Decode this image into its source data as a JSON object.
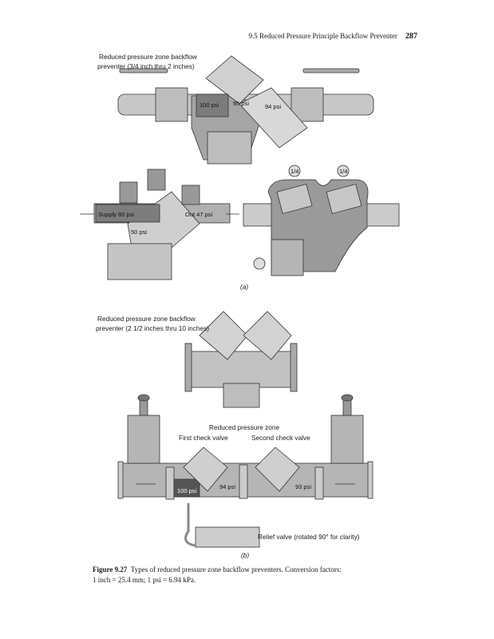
{
  "header": {
    "section": "9.5  Reduced Pressure Principle Backflow Preventer",
    "page_number": "287"
  },
  "figure_a": {
    "title_line1": "Reduced pressure zone backflow",
    "title_line2": "preventer (3/4 inch thru 2 inches)",
    "psi_inlet": "100 psi",
    "psi_zone": "95 psi",
    "psi_outlet": "94 psi",
    "supply": "Supply 60 psi",
    "zone": "50 psi",
    "out": "Out 47 psi",
    "test_cock_1": "1/4",
    "test_cock_2": "1/4",
    "panel_label": "(a)"
  },
  "figure_b": {
    "title_line1": "Reduced pressure zone backflow",
    "title_line2": "preventer (2 1/2 inches thru 10 inches)",
    "zone_label": "Reduced pressure zone",
    "first_check": "First check valve",
    "second_check": "Second check valve",
    "psi_inlet": "100 psi",
    "psi_zone": "94 psi",
    "psi_outlet": "93 psi",
    "relief_valve": "Relief valve (rotated 90° for clarity)",
    "panel_label": "(b)"
  },
  "caption": {
    "label": "Figure 9.27",
    "text": "Types of reduced pressure zone backflow preventers. Conversion factors:",
    "line2": "1 inch = 25.4 mm; 1 psi = 6.94 kPa."
  }
}
